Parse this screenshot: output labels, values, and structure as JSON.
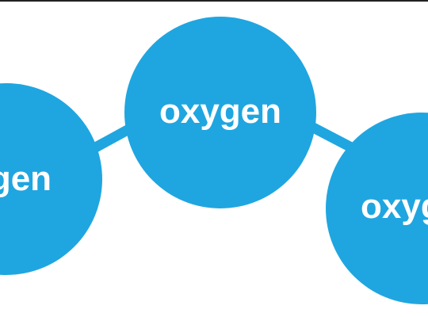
{
  "colors": {
    "node_fill": "#1fa6e0",
    "connector": "#1fa6e0",
    "label": "#ffffff",
    "top_rule": "#222222"
  },
  "nodes": [
    {
      "id": "left",
      "label": "oxygen"
    },
    {
      "id": "center",
      "label": "oxygen"
    },
    {
      "id": "right",
      "label": "oxygen"
    }
  ]
}
